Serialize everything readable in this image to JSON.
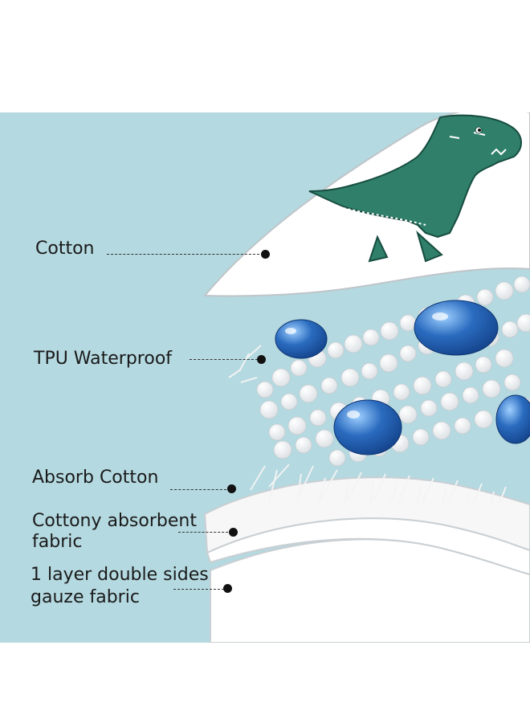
{
  "layers": [
    {
      "id": "cotton",
      "label": "Cotton"
    },
    {
      "id": "tpu",
      "label": "TPU Waterproof"
    },
    {
      "id": "absorb",
      "label": "Absorb Cotton"
    },
    {
      "id": "cottony",
      "label_line1": "Cottony absorbent",
      "label_line2": "fabric"
    },
    {
      "id": "gauze",
      "label_line1": "1 layer double sides",
      "label_line2": "gauze fabric"
    }
  ],
  "colors": {
    "background": "#b4d9e0",
    "dinosaur": "#2f7f6a",
    "water_bead": "#2a6bbf",
    "fabric": "#ffffff"
  }
}
